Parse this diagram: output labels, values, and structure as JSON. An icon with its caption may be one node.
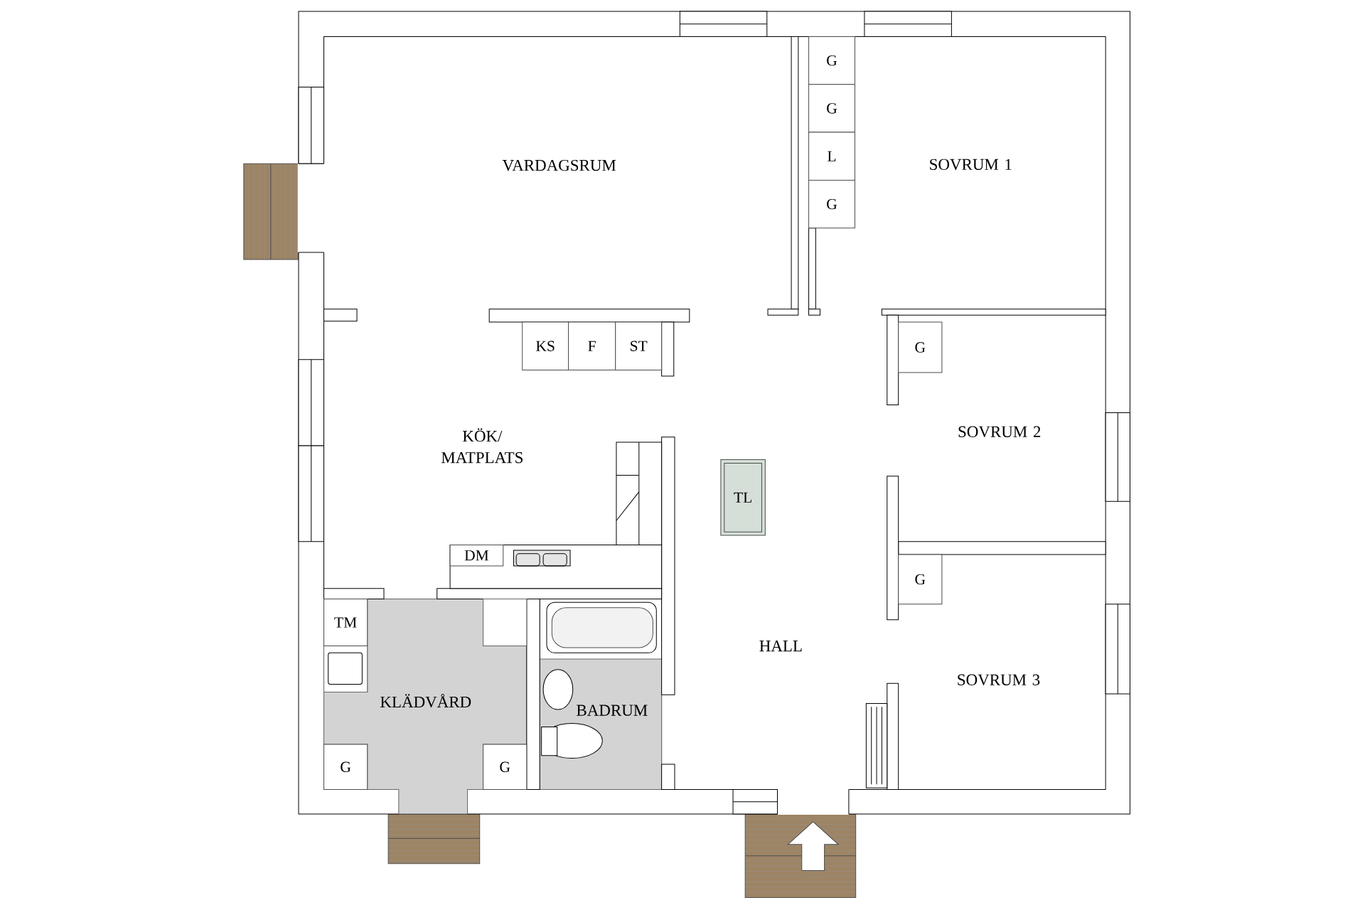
{
  "diagram": {
    "nodes": [
      {
        "text": [
          "G"
        ]
      },
      {
        "text": [
          "G"
        ]
      },
      {
        "text": [
          "L"
        ]
      },
      {
        "text": [
          "G"
        ]
      },
      {
        "text": [
          "KS"
        ]
      },
      {
        "text": [
          "F"
        ]
      },
      {
        "text": [
          "ST"
        ]
      },
      {
        "text": [
          "G"
        ]
      },
      {
        "text": [
          "TL"
        ]
      },
      {
        "text": [
          "DM"
        ]
      },
      {
        "text": [
          "G"
        ]
      },
      {
        "text": [
          "TM"
        ]
      },
      {
        "text": [
          "G"
        ]
      },
      {
        "text": [
          "G"
        ]
      }
    ],
    "labels": [
      "VARDAGSRUM",
      "SOVRUM 1",
      "SOVRUM 2",
      "KÖK/ MATPLATS",
      "HALL",
      "SOVRUM 3",
      "KLÄDVÅRD",
      "BADRUM"
    ]
  }
}
